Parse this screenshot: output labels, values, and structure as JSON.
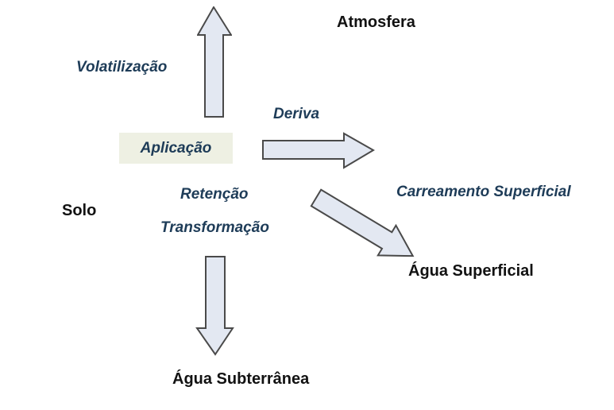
{
  "colors": {
    "background": "#ffffff",
    "arrow_fill": "#e3e8f2",
    "arrow_stroke": "#4a4a4a",
    "process_label": "#1e3c58",
    "compartment_label": "#121212",
    "application_box_bg": "#eef0e3"
  },
  "compartments": {
    "atmosfera": "Atmosfera",
    "solo": "Solo",
    "agua_superficial": "Água Superficial",
    "agua_subterranea": "Água Subterrânea"
  },
  "source": {
    "aplicacao": "Aplicação"
  },
  "processes": {
    "volatilizacao": "Volatilização",
    "deriva": "Deriva",
    "retencao": "Retenção",
    "transformacao": "Transformação",
    "carreamento_superficial": "Carreamento Superficial"
  },
  "arrows": [
    {
      "id": "volatilization-arrow",
      "direction": "up",
      "from": "Aplicação",
      "to": "Atmosfera"
    },
    {
      "id": "drift-arrow",
      "direction": "right",
      "from": "Aplicação",
      "to": "Deriva"
    },
    {
      "id": "runoff-arrow",
      "direction": "down-right",
      "from": "Solo",
      "to": "Água Superficial"
    },
    {
      "id": "leaching-arrow",
      "direction": "down",
      "from": "Solo",
      "to": "Água Subterrânea"
    }
  ]
}
